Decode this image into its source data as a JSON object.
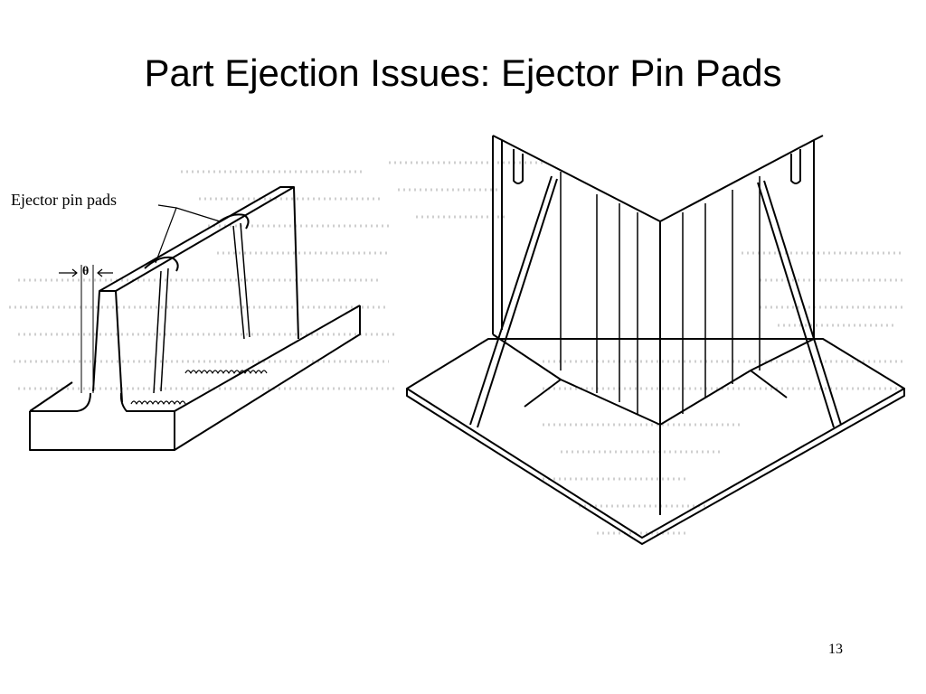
{
  "slide": {
    "title": "Part Ejection Issues: Ejector Pin Pads",
    "page_number": "13"
  },
  "left_figure": {
    "callout": "Ejector pin pads",
    "angle_symbol": "θ"
  },
  "colors": {
    "line": "#000000",
    "ghost_text": "#cfcfcf",
    "background": "#ffffff"
  }
}
